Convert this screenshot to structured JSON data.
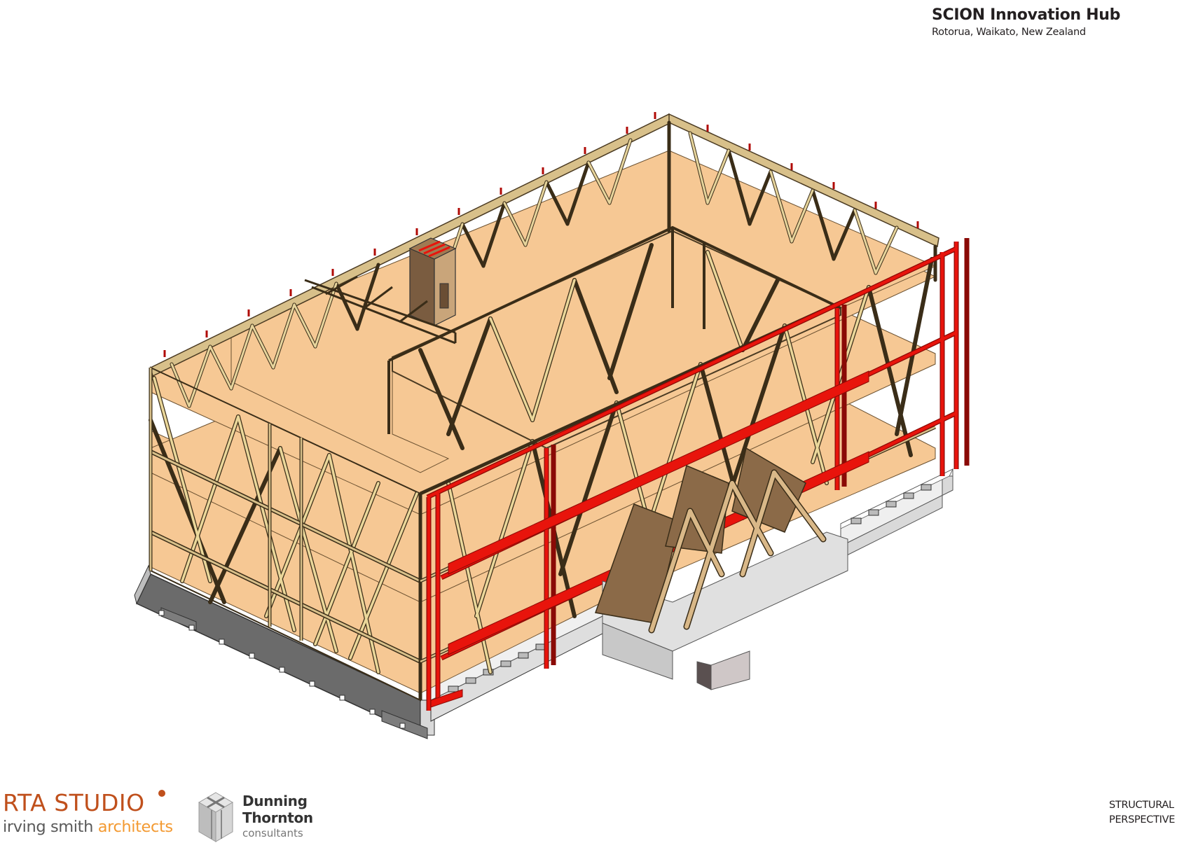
{
  "header": {
    "title": "SCION Innovation Hub",
    "location": "Rotorua, Waikato, New Zealand"
  },
  "drawing": {
    "description": "Isometric structural perspective of a three-storey timber building",
    "colors": {
      "timber_frame": "#c9b27a",
      "timber_dark": "#4a3a22",
      "floor_panel": "#f6c894",
      "steel_red": "#e8140c",
      "steel_dark_red": "#8a0a06",
      "concrete": "#dcdcdc",
      "concrete_dark": "#6b6b6b",
      "clt_wall": "#8b6a48",
      "lift_core": "#7a5c40"
    },
    "elements": [
      "timber diagrid bracing",
      "timber roof trusses",
      "CLT floor panels",
      "red steel frame",
      "concrete foundation",
      "A-frame entrance canopy",
      "lift core"
    ]
  },
  "footer": {
    "architect": {
      "name": "RTA STUDIO",
      "sub_primary": "irving smith ",
      "sub_accent": "architects"
    },
    "engineer": {
      "line1": "Dunning",
      "line2": "Thornton",
      "line3": "consultants"
    },
    "sheet": {
      "line1": "STRUCTURAL",
      "line2": "PERSPECTIVE"
    }
  }
}
